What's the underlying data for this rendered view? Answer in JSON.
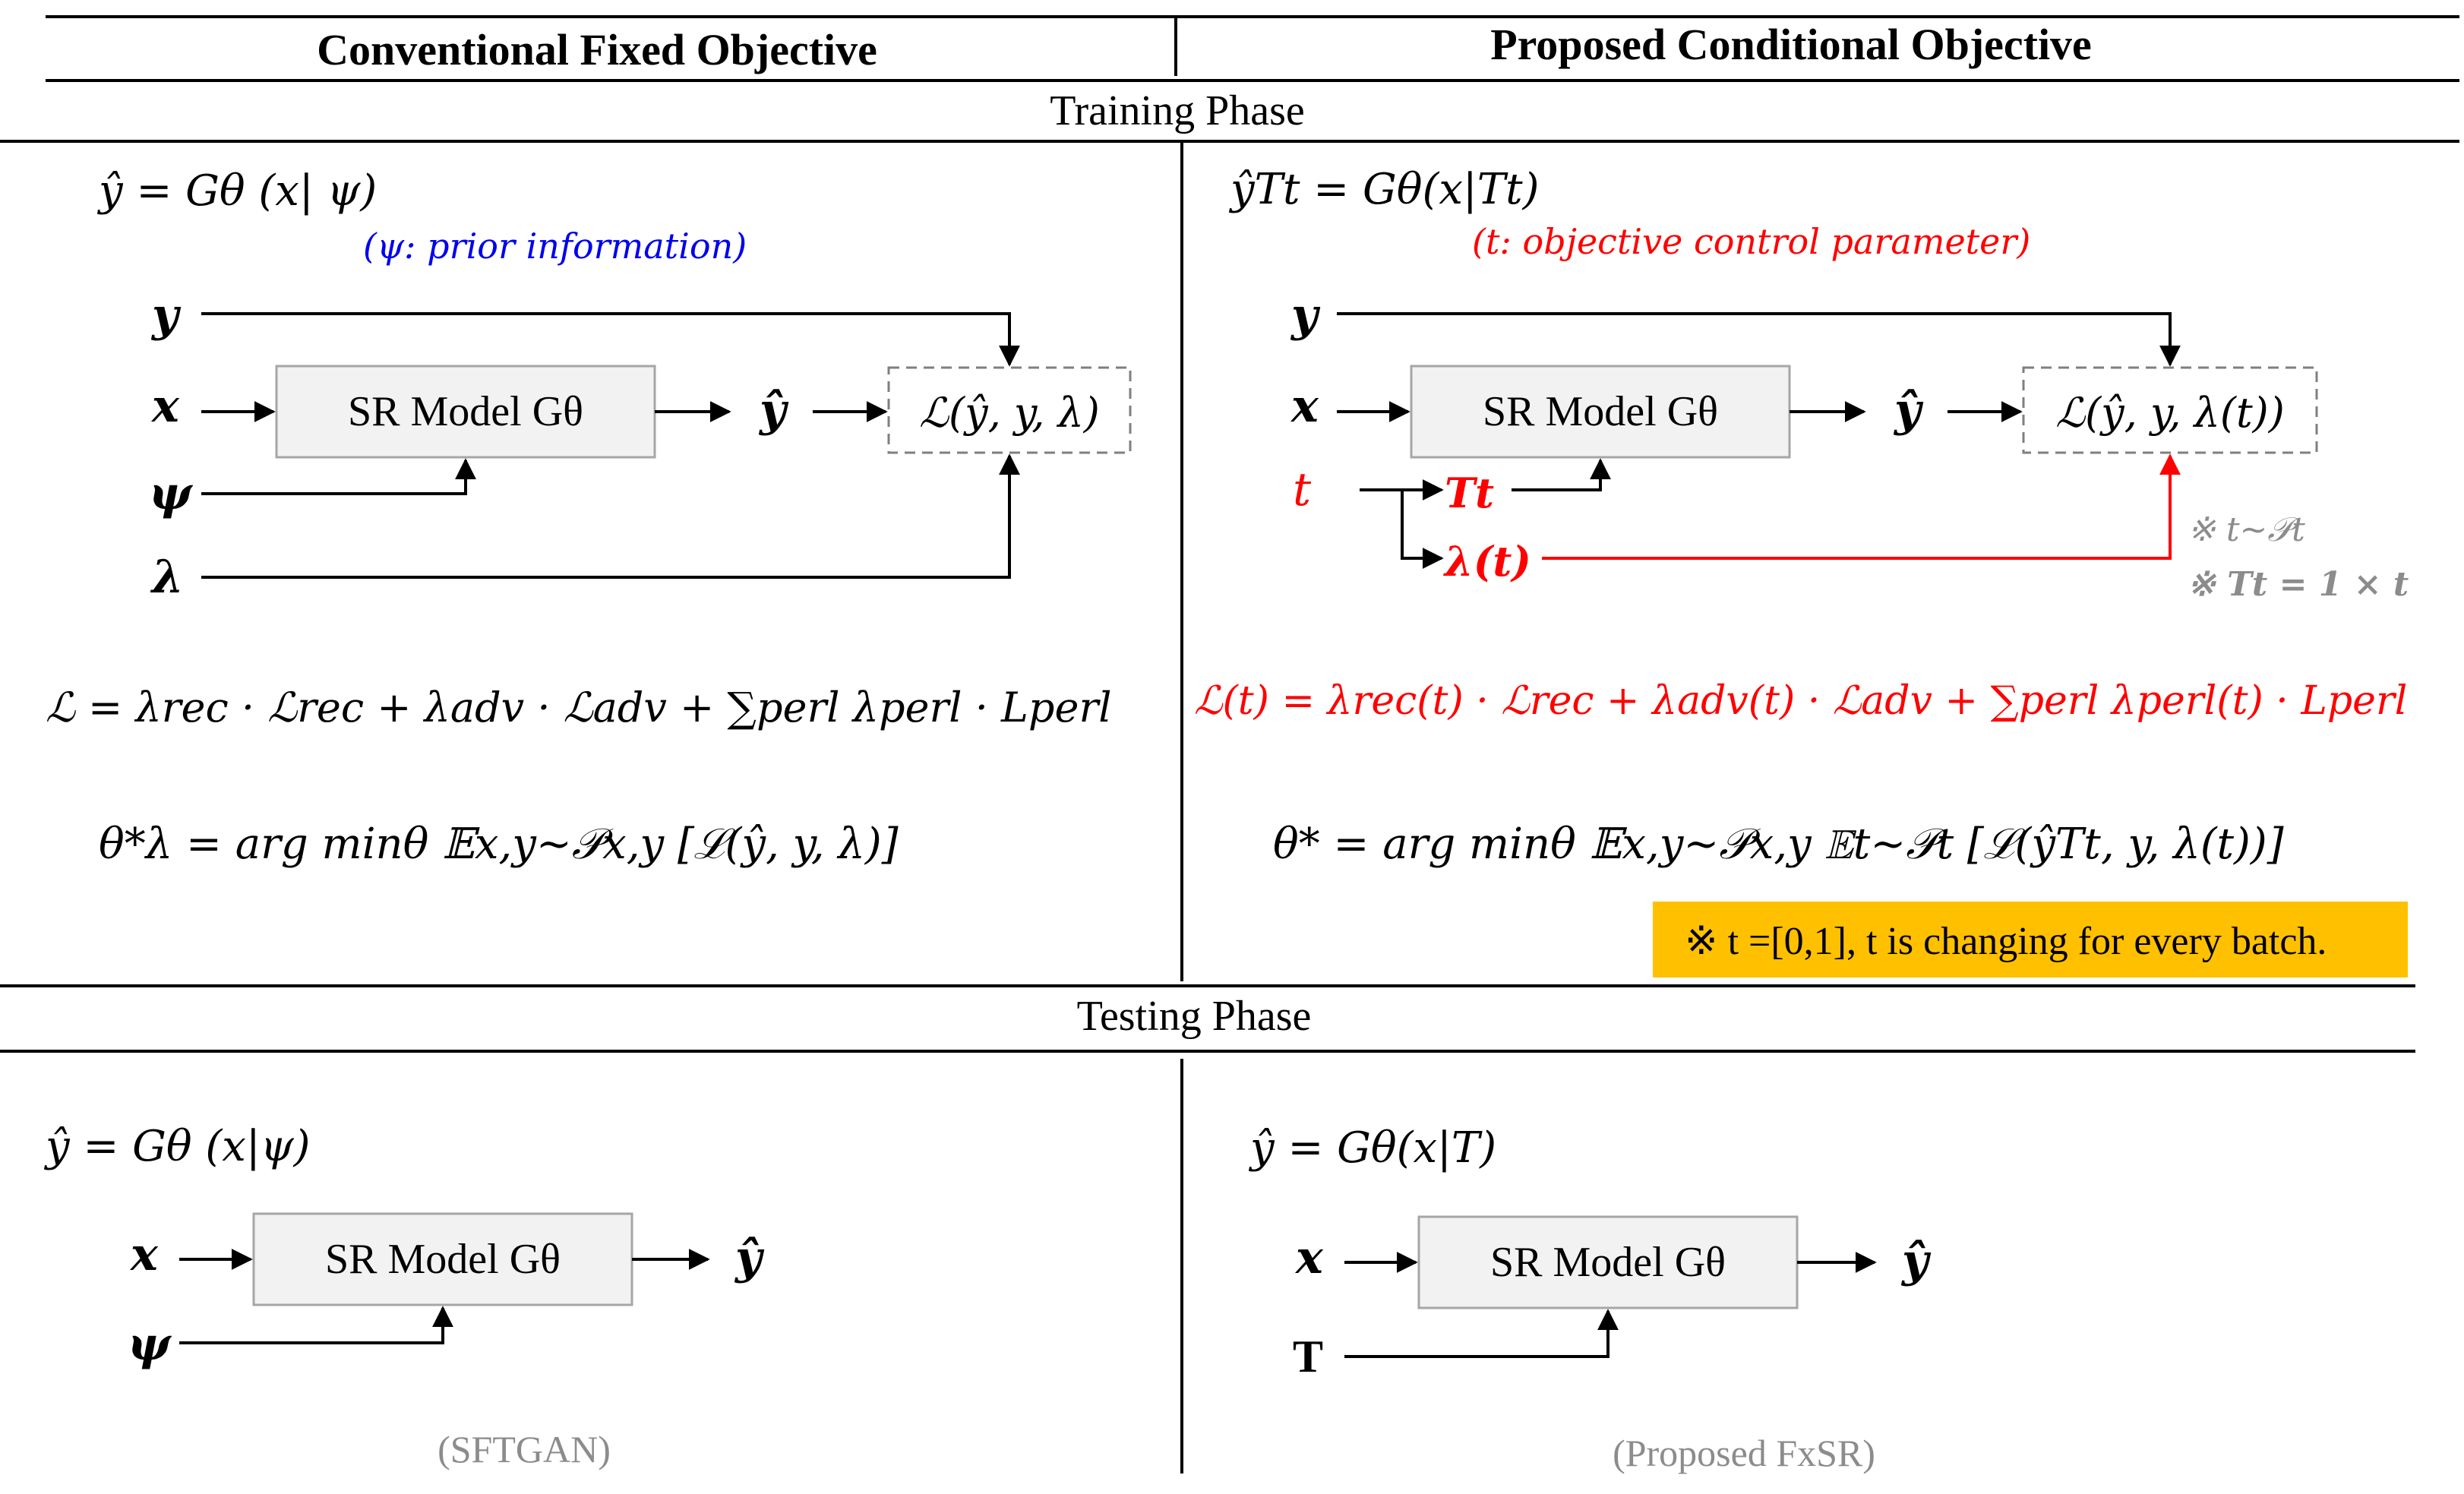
{
  "headers": {
    "left": "Conventional Fixed Objective",
    "right": "Proposed Conditional Objective",
    "training": "Training Phase",
    "testing": "Testing Phase"
  },
  "train_left": {
    "eq": "ŷ = Gθ (x| ψ)",
    "note": "(ψ: prior information)",
    "in_y": "y",
    "in_x": "x",
    "in_psi": "ψ",
    "in_lambda": "λ",
    "model": "SR Model Gθ",
    "out": "ŷ",
    "loss": "ℒ(ŷ, y, λ)",
    "loss_eq": "ℒ = λrec · ℒrec + λadv · ℒadv + ∑perl λperl · Lperl",
    "theta_eq": "θ*λ = arg minθ 𝔼x,y~𝒫x,y [ℒ(ŷ, y, λ)]"
  },
  "train_right": {
    "eq": "ŷTt = Gθ(x|Tt)",
    "note": "(t: objective control parameter)",
    "in_y": "y",
    "in_x": "x",
    "in_t": "t",
    "tt": "Tt",
    "lam_t": "λ(t)",
    "model": "SR Model Gθ",
    "out": "ŷ",
    "loss": "ℒ(ŷ, y, λ(t))",
    "side_note_1": "※ t~𝒫t",
    "side_note_2": "※ Tt = 1 × t",
    "loss_eq": "ℒ(t) = λrec(t) · ℒrec + λadv(t) · ℒadv + ∑perl λperl(t) · Lperl",
    "theta_eq": "θ* = arg minθ 𝔼x,y~𝒫x,y 𝔼t~𝒫t [ℒ(ŷTt, y, λ(t))]",
    "highlight": "※ t =[0,1], t is changing for every batch."
  },
  "test_left": {
    "eq": "ŷ = Gθ (x|ψ)",
    "in_x": "x",
    "in_psi": "ψ",
    "model": "SR Model Gθ",
    "out": "ŷ",
    "caption": "(SFTGAN)"
  },
  "test_right": {
    "eq": "ŷ = Gθ(x|T)",
    "in_x": "x",
    "in_T": "T",
    "model": "SR Model Gθ",
    "out": "ŷ",
    "caption": "(Proposed FxSR)"
  },
  "colors": {
    "accent_red": "#ff0000",
    "accent_blue": "#0000ee",
    "highlight": "#ffc000",
    "caption_grey": "#8c8c8c",
    "box_fill": "#f2f2f2"
  }
}
